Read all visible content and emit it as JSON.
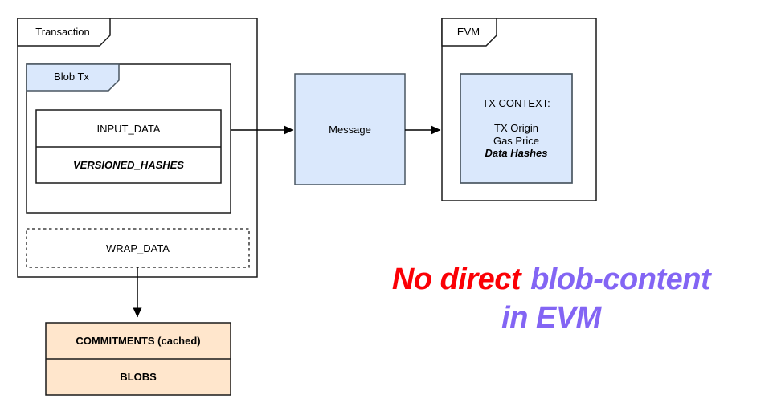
{
  "colors": {
    "blue_fill": "#dae8fc",
    "blue_stroke": "#4a5762",
    "orange_fill": "#ffe6cc",
    "box_stroke": "#1a1a1a",
    "annotation_red": "#fb0005",
    "annotation_purple": "#8365f4"
  },
  "transaction": {
    "tab_label": "Transaction"
  },
  "blob_tx": {
    "tab_label": "Blob Tx",
    "rows": {
      "input_data": "INPUT_DATA",
      "versioned_hashes": "VERSIONED_HASHES"
    }
  },
  "wrap_data": {
    "label": "WRAP_DATA"
  },
  "sidecar": {
    "commitments": "COMMITMENTS (cached)",
    "blobs": "BLOBS"
  },
  "message": {
    "label": "Message"
  },
  "evm": {
    "tab_label": "EVM",
    "tx_context": {
      "title": "TX CONTEXT:",
      "line1": "TX Origin",
      "line2": "Gas Price",
      "line3": "Data Hashes"
    }
  },
  "annotation": {
    "red_text": "No direct",
    "purple_text": "blob-content",
    "second_line": "in EVM"
  }
}
